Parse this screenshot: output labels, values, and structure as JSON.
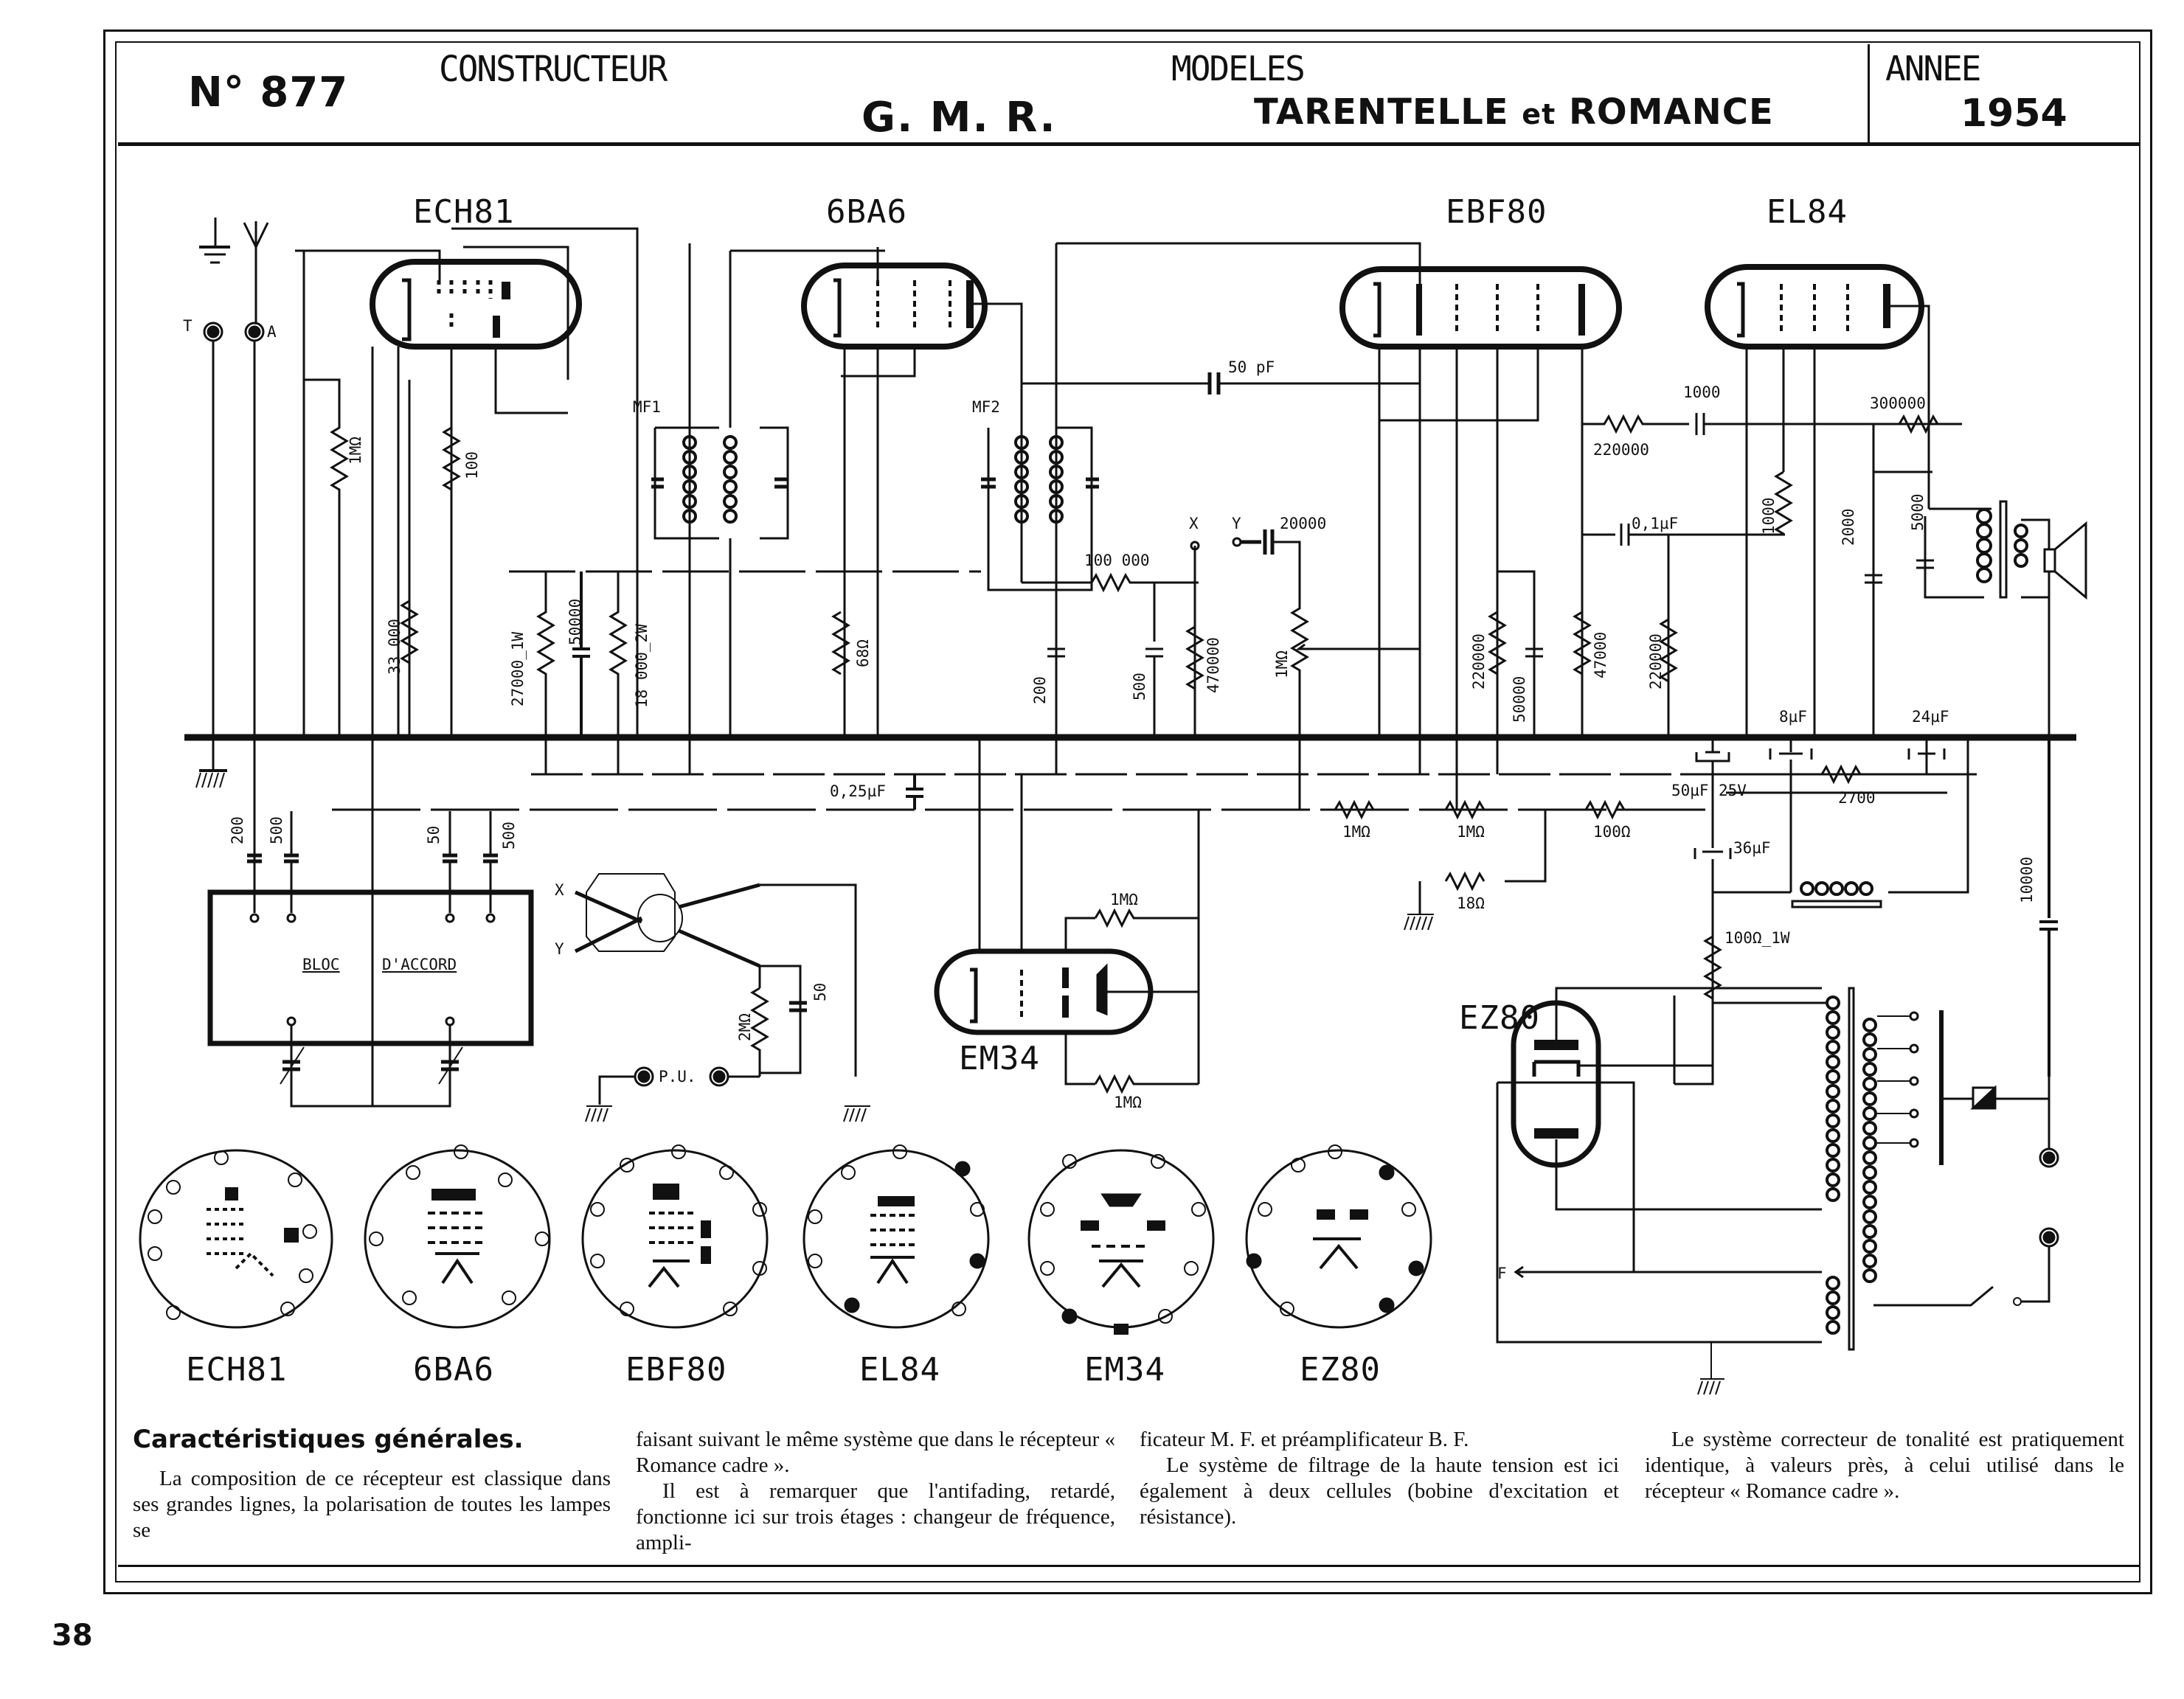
{
  "header": {
    "number": "N° 877",
    "constructeur_label": "CONSTRUCTEUR",
    "constructeur_value": "G. M. R.",
    "modeles_label": "MODELES",
    "modeles_value_a": "TARENTELLE",
    "modeles_value_et": "et",
    "modeles_value_b": "ROMANCE",
    "annee_label": "ANNEE",
    "annee_value": "1954"
  },
  "schematic": {
    "tubes": {
      "ech81": "ECH81",
      "6ba6": "6BA6",
      "ebf80": "EBF80",
      "el84": "EL84",
      "em34": "EM34",
      "ez80": "EZ80"
    },
    "terminals": {
      "t": "T",
      "a": "A",
      "x": "X",
      "y": "Y",
      "x2": "X",
      "y2": "Y",
      "pu": "P.U.",
      "f": "F"
    },
    "transformers": {
      "mf1": "MF1",
      "mf2": "MF2"
    },
    "bloc_accord": {
      "left": "BLOC",
      "right": "D'ACCORD"
    },
    "components": {
      "r_1m_ech": "1MΩ",
      "r_100": "100",
      "r_33000": "33 000",
      "r_27000": "27000_1W",
      "c_50000": "50000",
      "r_18000": "18 000_2W",
      "r_68": "68Ω",
      "c_200_mf2": "200",
      "r_100000": "100 000",
      "c_500_mf2": "500",
      "r_470000": "470000",
      "c_50pf": "50 pF",
      "c_20000": "20000",
      "pot_1m": "1MΩ",
      "r_220000_ebf": "220000",
      "c_50000_ebf": "50000",
      "r_220000_h": "220000",
      "c_1000": "1000",
      "r_47000": "47000",
      "c_01uf": "0,1µF",
      "r_220000_grid": "220000",
      "r_1000_el84": "1000",
      "pot_300000": "300000",
      "c_2000": "2000",
      "c_5000": "5000",
      "c_025uf": "0,25µF",
      "r_1m_a": "1MΩ",
      "r_1m_b": "1MΩ",
      "r_100ohm": "100Ω",
      "r_18ohm": "18Ω",
      "c_50uf": "50µF",
      "v_25v": "25V",
      "c_8uf": "8µF",
      "c_24uf": "24µF",
      "r_2700": "2700",
      "c_36uf": "36µF",
      "r_100ohm_1w": "100Ω_1W",
      "c_10000": "10000",
      "c_200_bloc": "200",
      "c_500_bloc": "500",
      "c_50_bloc": "50",
      "c_500_bloc2": "500",
      "r_2m": "2MΩ",
      "c_50_pu": "50",
      "r_1m_em34_top": "1MΩ",
      "r_1m_em34_bot": "1MΩ"
    }
  },
  "tube_bases": [
    {
      "name": "ECH81"
    },
    {
      "name": "6BA6"
    },
    {
      "name": "EBF80"
    },
    {
      "name": "EL84"
    },
    {
      "name": "EM34"
    },
    {
      "name": "EZ80"
    }
  ],
  "article": {
    "title": "Caractéristiques générales.",
    "col1_p1": "La composition de ce récepteur est classique dans ses grandes lignes, la polarisation de toutes les lampes se",
    "col2_p1": "faisant suivant le même système que dans le récepteur « Romance cadre ».",
    "col2_p2": "Il est à remarquer que l'antifading, retardé, fonctionne ici sur trois étages : changeur de fréquence, ampli-",
    "col3_p1": "ficateur M. F. et préamplificateur B. F.",
    "col3_p2": "Le système de filtrage de la haute tension est ici également à deux cellules (bobine d'excitation et résistance).",
    "col4_p1": "Le système correcteur de tonalité est pratiquement identique, à valeurs près, à celui utilisé dans le récepteur « Romance cadre »."
  },
  "footer": {
    "page_number": "38"
  }
}
